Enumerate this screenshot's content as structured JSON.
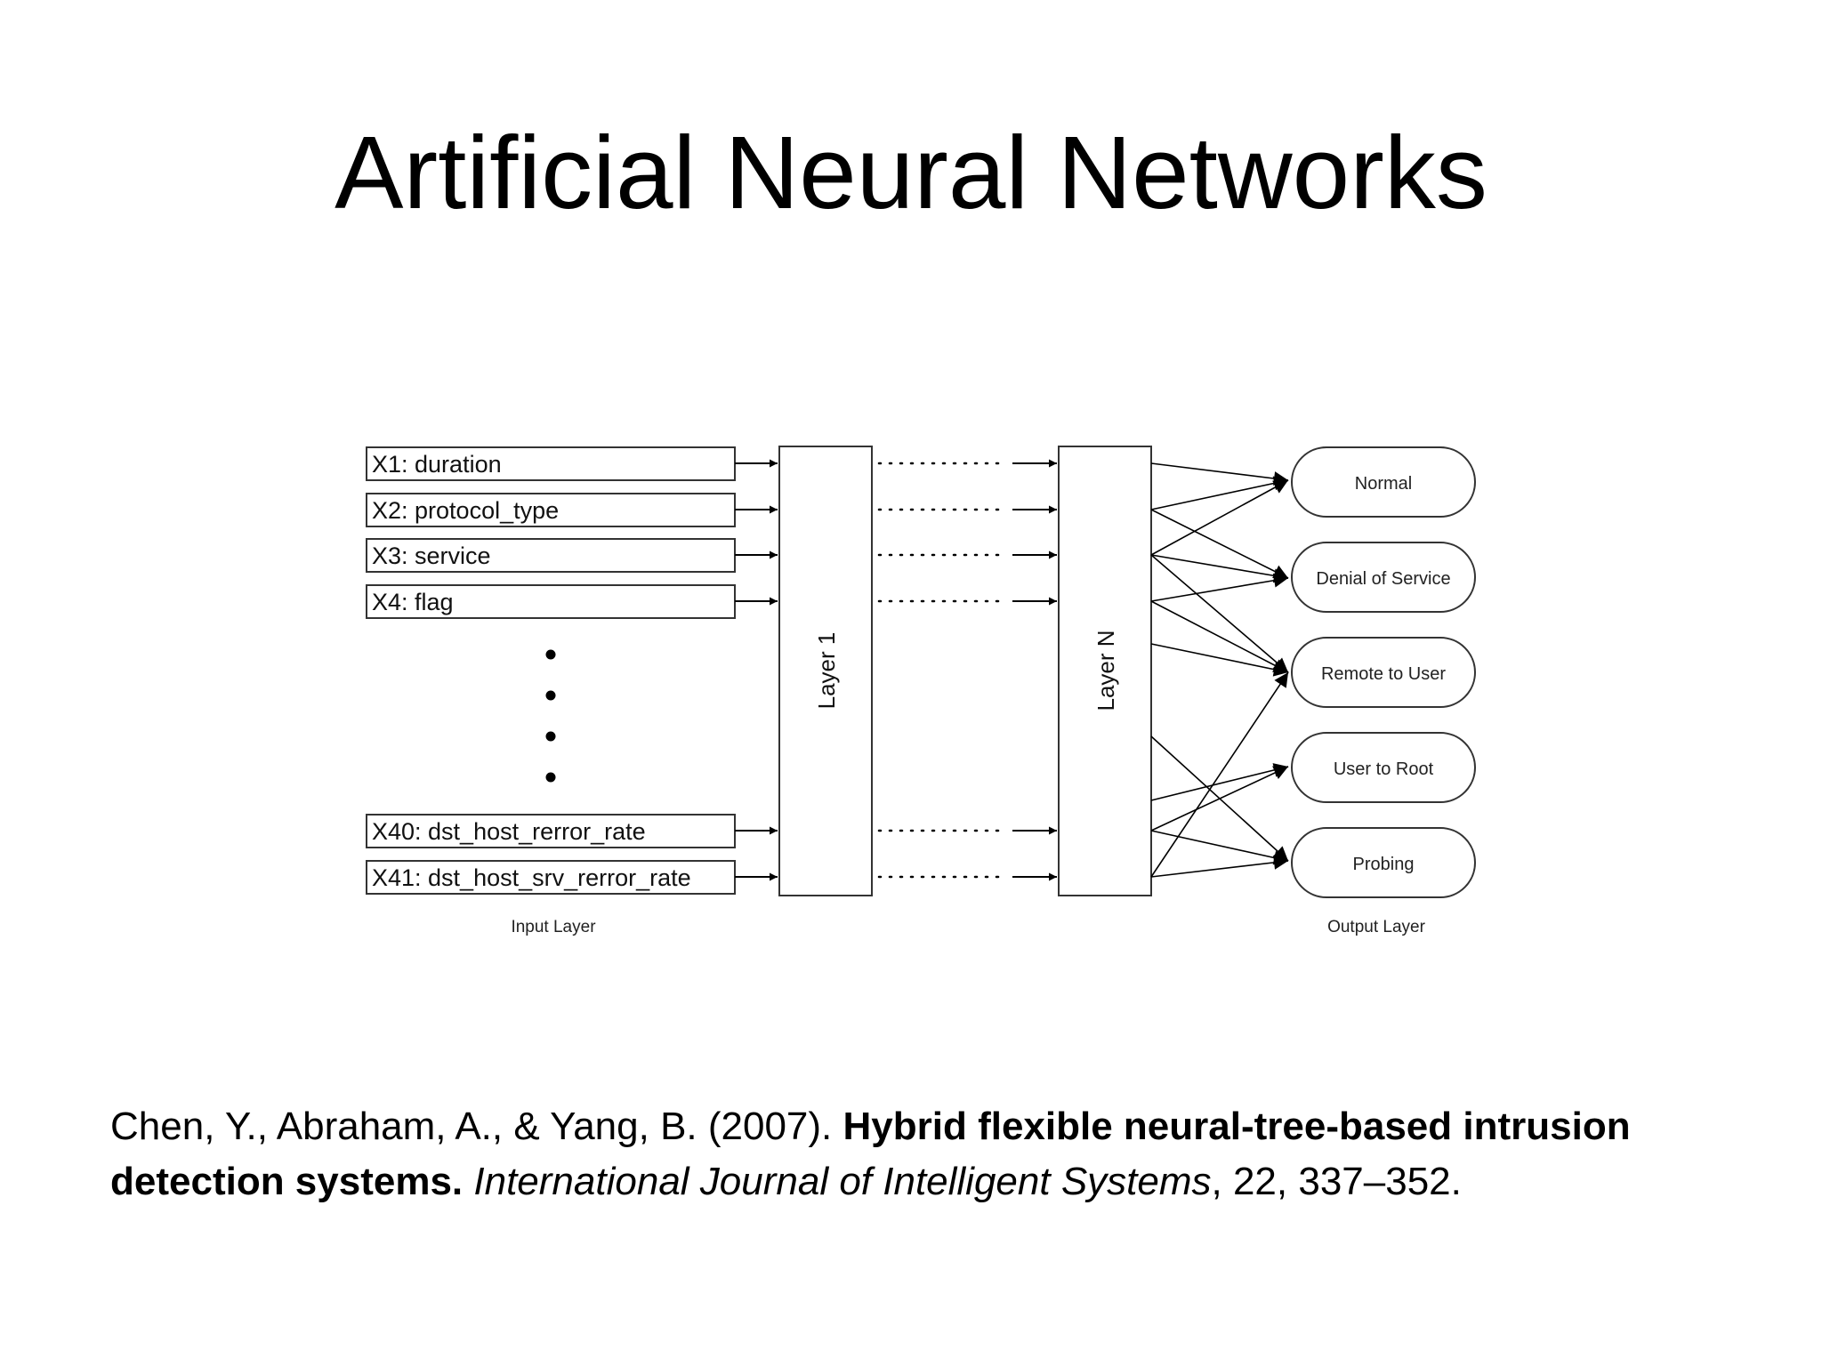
{
  "slide": {
    "title": "Artificial Neural Networks"
  },
  "diagram": {
    "inputs": [
      "X1: duration",
      "X2: protocol_type",
      "X3: service",
      "X4: flag",
      "X40: dst_host_rerror_rate",
      "X41: dst_host_srv_rerror_rate"
    ],
    "input_layer_label": "Input Layer",
    "hidden_layers": [
      "Layer 1",
      "Layer N"
    ],
    "outputs": [
      "Normal",
      "Denial of Service",
      "Remote to User",
      "User to Root",
      "Probing"
    ],
    "output_layer_label": "Output Layer"
  },
  "citation": {
    "authors": "Chen, Y., Abraham, A., & Yang, B. (2007). ",
    "title": "Hybrid flexible neural-tree-based intrusion detection systems.",
    "journal": "International Journal of Intelligent Systems",
    "details": ", 22, 337–352."
  }
}
